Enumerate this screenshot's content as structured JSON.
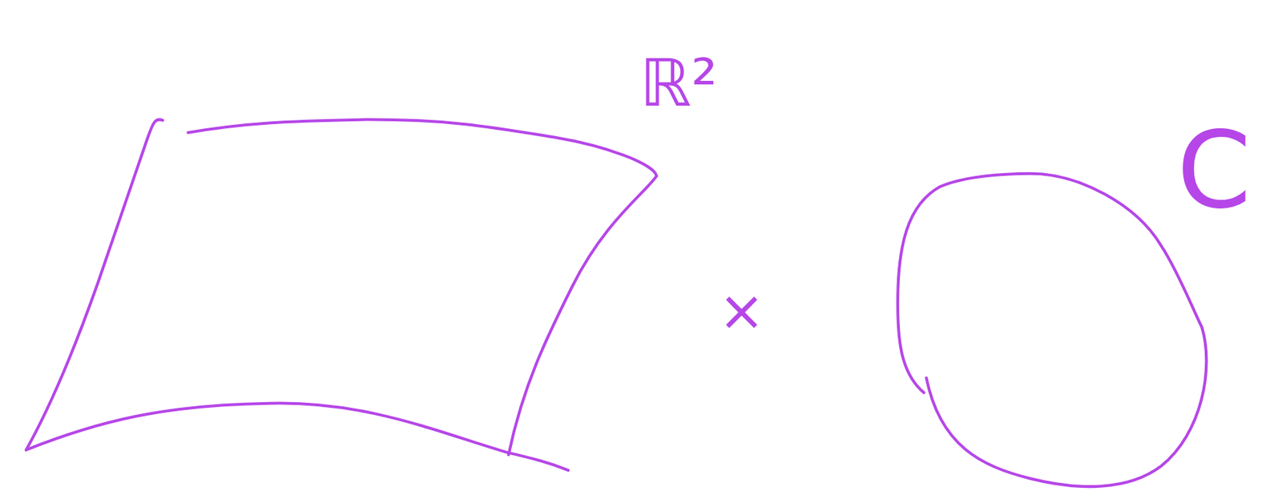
{
  "diagram": {
    "labels": [
      "ℝ²",
      "×",
      "C"
    ]
  }
}
